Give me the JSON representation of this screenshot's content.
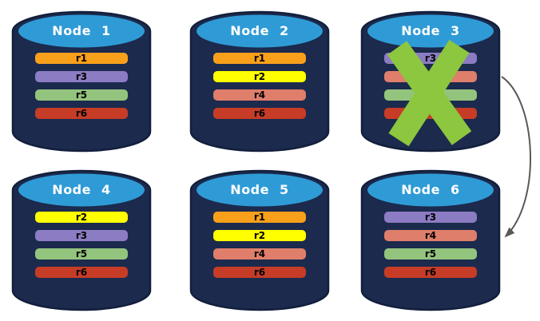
{
  "colors": {
    "background": "#FFFFFF",
    "cylinder_body": "#1B2A4D",
    "cylinder_outline": "#121F3C",
    "cylinder_top": "#2F9BD6",
    "title_text": "#FFFFFF",
    "record_text": "#000000",
    "failure_x": "#8DC63F",
    "arrow": "#595959"
  },
  "nodes": [
    {
      "title": "Node 1",
      "failed": false,
      "records": [
        {
          "label": "r1",
          "color": "#F9A01B"
        },
        {
          "label": "r3",
          "color": "#8C7CC3"
        },
        {
          "label": "r5",
          "color": "#93C47D"
        },
        {
          "label": "r6",
          "color": "#C63C26"
        }
      ]
    },
    {
      "title": "Node 2",
      "failed": false,
      "records": [
        {
          "label": "r1",
          "color": "#F9A01B"
        },
        {
          "label": "r2",
          "color": "#FFFF00"
        },
        {
          "label": "r4",
          "color": "#DF7E6B"
        },
        {
          "label": "r6",
          "color": "#C63C26"
        }
      ]
    },
    {
      "title": "Node 3",
      "failed": true,
      "records": [
        {
          "label": "r3",
          "color": "#8C7CC3"
        },
        {
          "label": "",
          "color": "#DF7E6B"
        },
        {
          "label": "",
          "color": "#93C47D"
        },
        {
          "label": "",
          "color": "#C63C26"
        }
      ]
    },
    {
      "title": "Node 4",
      "failed": false,
      "records": [
        {
          "label": "r2",
          "color": "#FFFF00"
        },
        {
          "label": "r3",
          "color": "#8C7CC3"
        },
        {
          "label": "r5",
          "color": "#93C47D"
        },
        {
          "label": "r6",
          "color": "#C63C26"
        }
      ]
    },
    {
      "title": "Node 5",
      "failed": false,
      "records": [
        {
          "label": "r1",
          "color": "#F9A01B"
        },
        {
          "label": "r2",
          "color": "#FFFF00"
        },
        {
          "label": "r4",
          "color": "#DF7E6B"
        },
        {
          "label": "r6",
          "color": "#C63C26"
        }
      ]
    },
    {
      "title": "Node 6",
      "failed": false,
      "records": [
        {
          "label": "r3",
          "color": "#8C7CC3"
        },
        {
          "label": "r4",
          "color": "#DF7E6B"
        },
        {
          "label": "r5",
          "color": "#93C47D"
        },
        {
          "label": "r6",
          "color": "#C63C26"
        }
      ]
    }
  ],
  "annotations": {
    "failure_x": {
      "icon": "x-mark-icon",
      "color": "#8DC63F",
      "target": "Node 3"
    },
    "arrow": {
      "icon": "curved-arrow-icon",
      "color": "#595959",
      "from": "Node 3",
      "to": "Node 6"
    }
  }
}
